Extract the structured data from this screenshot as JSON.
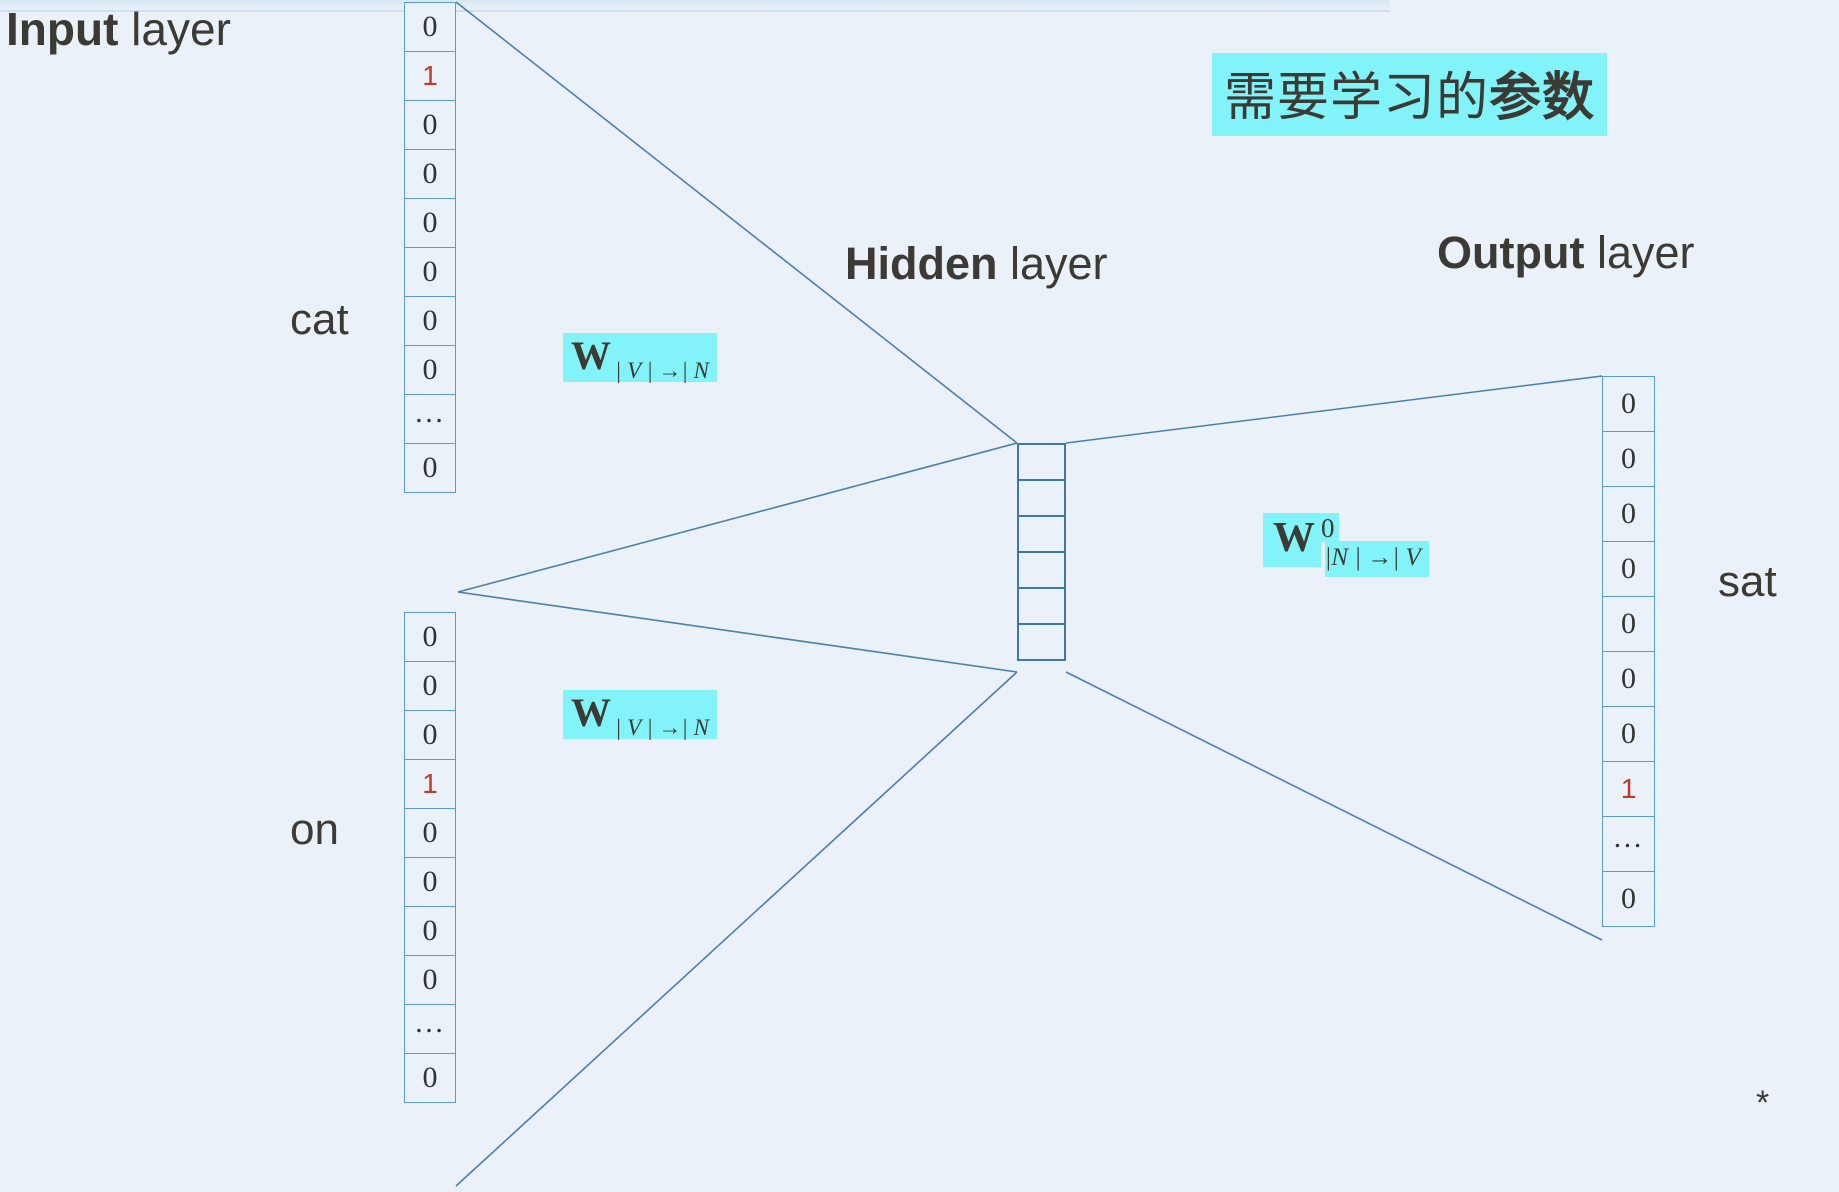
{
  "page": {
    "background_color": "#eaf1f8",
    "accent_box_color": "#82f3f8",
    "cell_border_color": "#5b9bd5",
    "hidden_border_color": "#3b77ab",
    "highlight_value_color": "#c0392b",
    "text_color": "#3c3a34",
    "line_color": "#4a7fae",
    "footnote": "*"
  },
  "titles": {
    "input_strong": "Input",
    "input_rest": " layer",
    "hidden_strong": "Hidden",
    "hidden_rest": " layer",
    "output_strong": "Output",
    "output_rest": " layer"
  },
  "annotation": {
    "cn_plain": "需要学习的",
    "cn_bold": "参数"
  },
  "words": {
    "input_word_1": "cat",
    "input_word_2": "on",
    "output_word": "sat"
  },
  "weights": {
    "w_input_1": {
      "symbol": "W",
      "subscript": "| V | →| N"
    },
    "w_input_2": {
      "symbol": "W",
      "subscript": "| V | →| N"
    },
    "w_output": {
      "symbol": "W",
      "superscript": "0",
      "subscript": "|N | →| V"
    }
  },
  "vectors": {
    "input_1": {
      "label": "cat",
      "cells": [
        "0",
        "1",
        "0",
        "0",
        "0",
        "0",
        "0",
        "0",
        "…",
        "0"
      ],
      "hot_index": 1
    },
    "input_2": {
      "label": "on",
      "cells": [
        "0",
        "0",
        "0",
        "1",
        "0",
        "0",
        "0",
        "0",
        "…",
        "0"
      ],
      "hot_index": 3
    },
    "output": {
      "label": "sat",
      "cells": [
        "0",
        "0",
        "0",
        "0",
        "0",
        "0",
        "0",
        "1",
        "…",
        "0"
      ],
      "hot_index": 7
    },
    "hidden": {
      "cells": [
        "",
        "",
        "",
        "",
        "",
        ""
      ]
    }
  }
}
